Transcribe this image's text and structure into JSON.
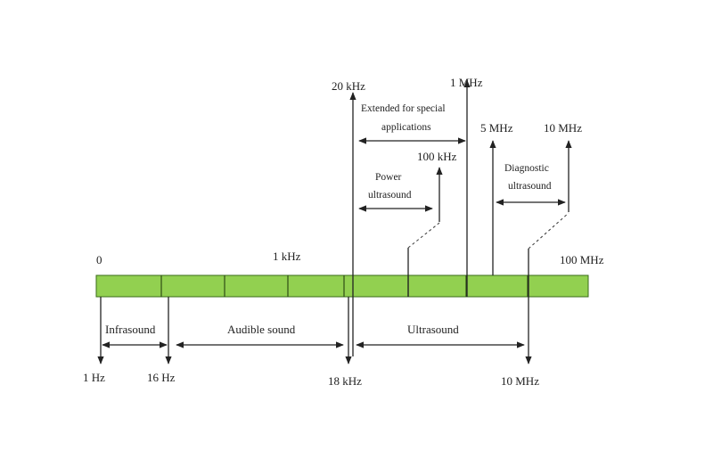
{
  "colors": {
    "bar": "#92d050",
    "bar_border": "#3a6b1a",
    "line": "#222222"
  },
  "scale": {
    "start": "0",
    "mid": "1 kHz",
    "end": "100 MHz"
  },
  "top_markers": {
    "f20khz": "20 kHz",
    "f1mhz": "1 MHz",
    "f5mhz": "5 MHz",
    "f10mhz": "10 MHz",
    "f100khz": "100 kHz"
  },
  "top_ranges": {
    "extended_line1": "Extended for special",
    "extended_line2": "applications",
    "power_line1": "Power",
    "power_line2": "ultrasound",
    "diagnostic_line1": "Diagnostic",
    "diagnostic_line2": "ultrasound"
  },
  "bottom_ranges": {
    "infrasound": "Infrasound",
    "audible": "Audible sound",
    "ultrasound": "Ultrasound"
  },
  "bottom_markers": {
    "f1hz": "1 Hz",
    "f16hz": "16 Hz",
    "f18khz": "18 kHz",
    "f10mhz": "10 MHz"
  }
}
